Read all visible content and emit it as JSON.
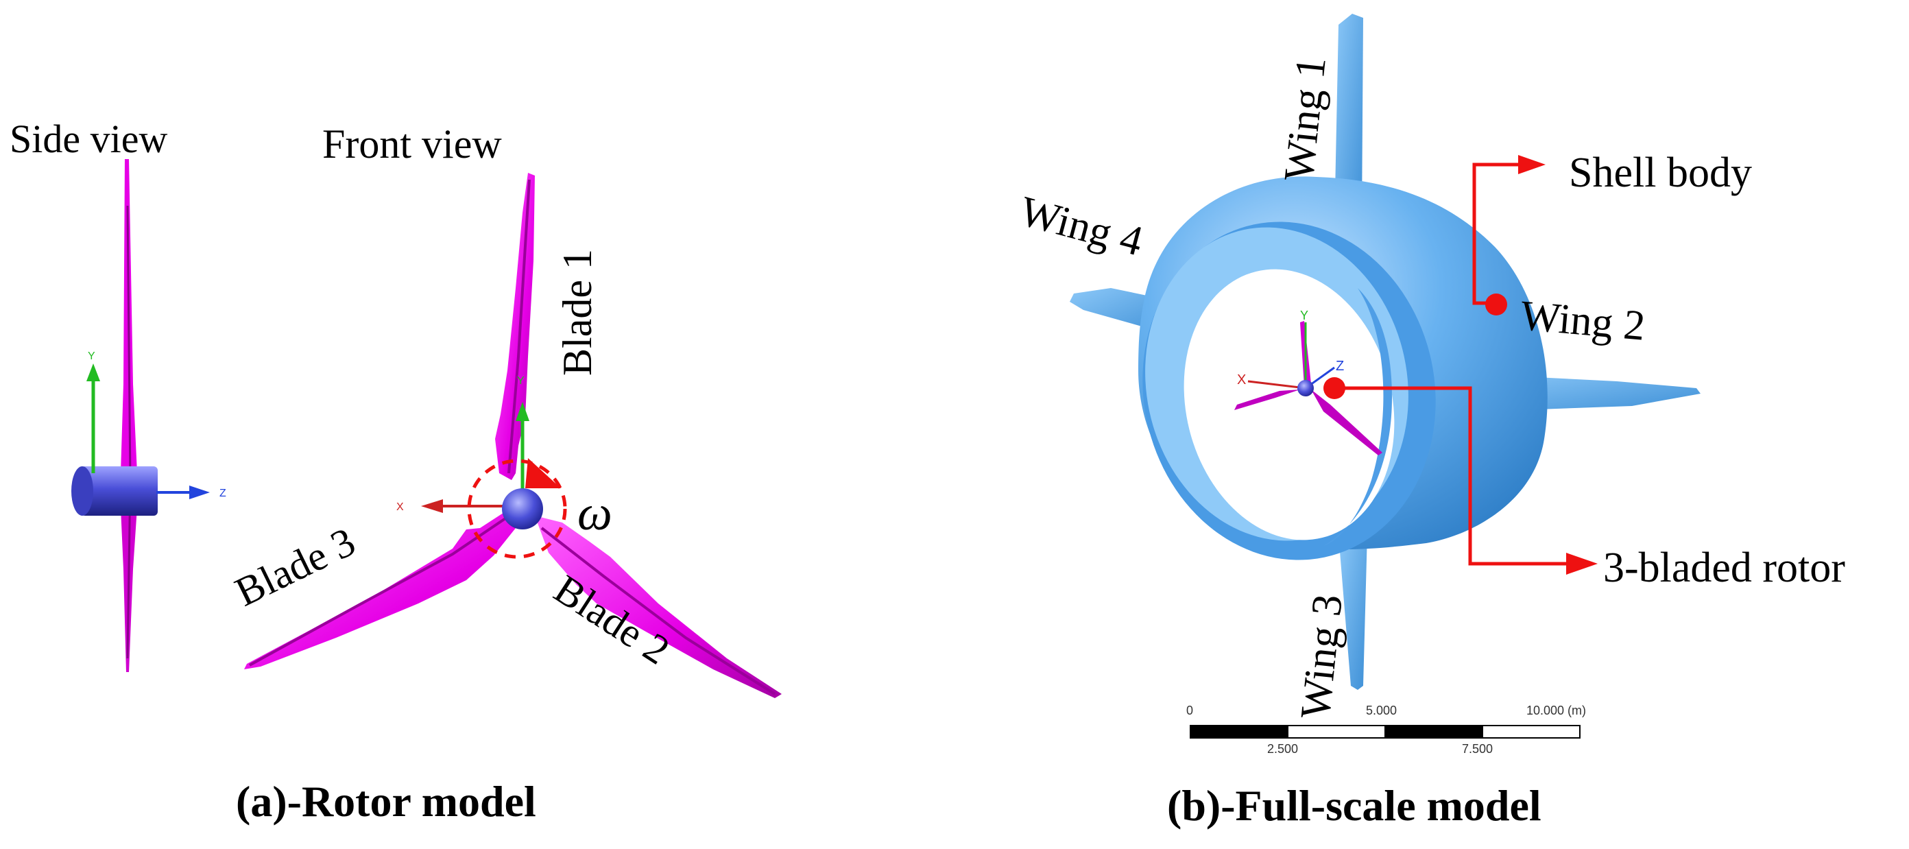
{
  "panel_a": {
    "caption": "(a)-Rotor model",
    "side_view_label": "Side view",
    "front_view_label": "Front view",
    "blade_1": "Blade 1",
    "blade_2": "Blade 2",
    "blade_3": "Blade 3",
    "omega": "ω",
    "axis_x": "X",
    "axis_y": "Y",
    "axis_z": "Z"
  },
  "panel_b": {
    "caption": "(b)-Full-scale model",
    "wing_1": "Wing 1",
    "wing_2": "Wing 2",
    "wing_3": "Wing 3",
    "wing_4": "Wing 4",
    "shell_body": "Shell body",
    "rotor": "3-bladed rotor",
    "axis_x": "X",
    "axis_y": "Y",
    "axis_z": "Z",
    "scale_bar": {
      "top_labels": [
        "0",
        "5.000",
        "10.000 (m)"
      ],
      "bottom_labels": [
        "2.500",
        "7.500"
      ]
    }
  },
  "colors": {
    "blade": "#e600e6",
    "hub": "#4a4fd8",
    "shell": "#5aa7ec",
    "pointer": "#ee1111",
    "axis_x": "#cc2222",
    "axis_y": "#22bb22",
    "axis_z": "#2244dd"
  }
}
